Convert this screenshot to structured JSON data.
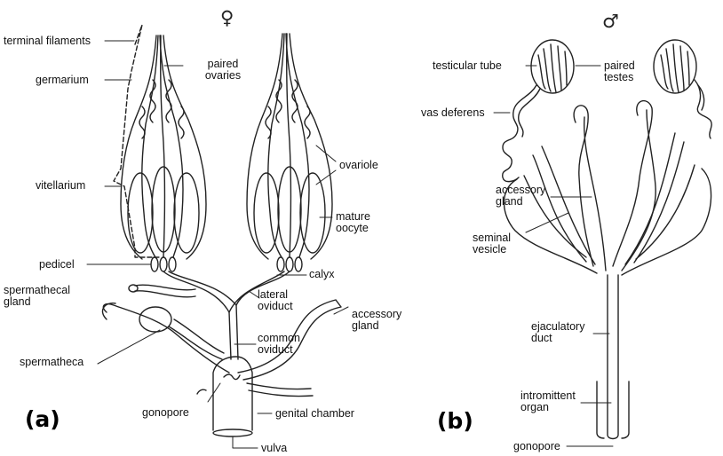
{
  "female": {
    "symbol": "♀",
    "panel": "(a)",
    "labels": {
      "terminal_filaments": "terminal filaments",
      "germarium": "germarium",
      "paired_ovaries": "paired\novaries",
      "vitellarium": "vitellarium",
      "ovariole": "ovariole",
      "mature_oocyte": "mature\noocyte",
      "pedicel": "pedicel",
      "calyx": "calyx",
      "spermathecal_gland": "spermathecal\ngland",
      "lateral_oviduct": "lateral\noviduct",
      "accessory_gland": "accessory\ngland",
      "spermatheca": "spermatheca",
      "common_oviduct": "common\noviduct",
      "gonopore": "gonopore",
      "genital_chamber": "genital chamber",
      "vulva": "vulva"
    }
  },
  "male": {
    "symbol": "♂",
    "panel": "(b)",
    "labels": {
      "testicular_tube": "testicular tube",
      "paired_testes": "paired\ntestes",
      "vas_deferens": "vas deferens",
      "accessory_gland": "accessory\ngland",
      "seminal_vesicle": "seminal\nvesicle",
      "ejaculatory_duct": "ejaculatory\nduct",
      "intromittent_organ": "intromittent\norgan",
      "gonopore": "gonopore"
    }
  },
  "colors": {
    "ink": "#222222",
    "background": "#ffffff"
  }
}
